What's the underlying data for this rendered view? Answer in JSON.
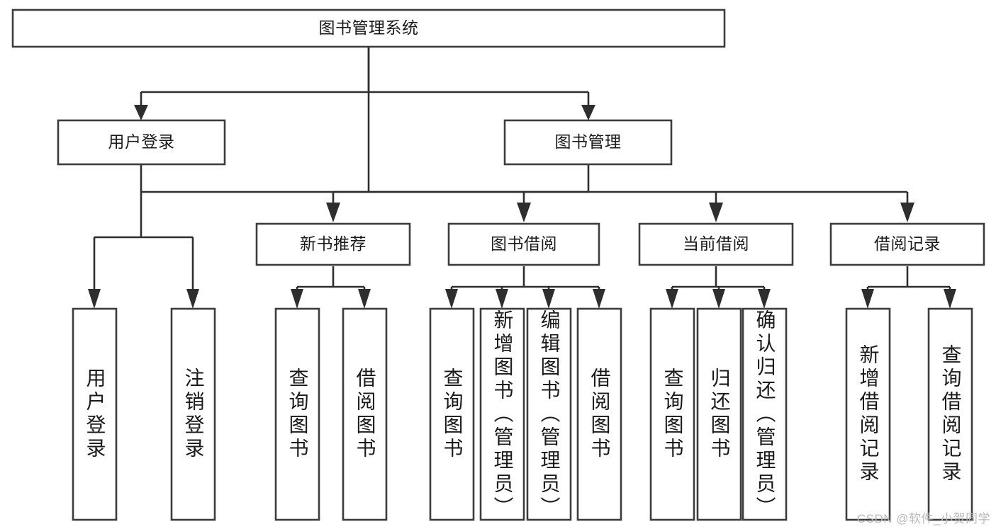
{
  "diagram": {
    "type": "hierarchy-tree",
    "title": "图书管理系统",
    "watermark": "CSDN @软件_小贺同学",
    "colors": {
      "box_stroke": "#3c3c3c",
      "connector": "#2e2e2e",
      "background": "#ffffff",
      "text": "#1a1a1a",
      "watermark": "#b9b9b9"
    },
    "root": {
      "label": "图书管理系统"
    },
    "level2": [
      {
        "label": "用户登录"
      },
      {
        "label": "图书管理"
      }
    ],
    "level3": [
      {
        "label": "新书推荐"
      },
      {
        "label": "图书借阅"
      },
      {
        "label": "当前借阅"
      },
      {
        "label": "借阅记录"
      }
    ],
    "leaves": {
      "user_login": [
        {
          "label": "用户登录"
        },
        {
          "label": "注销登录"
        }
      ],
      "new_book_recommend": [
        {
          "label": "查询图书"
        },
        {
          "label": "借阅图书"
        }
      ],
      "book_borrow": [
        {
          "label": "查询图书"
        },
        {
          "label": "新增图书（管理员）"
        },
        {
          "label": "编辑图书（管理员）"
        },
        {
          "label": "借阅图书"
        }
      ],
      "current_borrow": [
        {
          "label": "查询图书"
        },
        {
          "label": "归还图书"
        },
        {
          "label": "确认归还（管理员）"
        }
      ],
      "borrow_record": [
        {
          "label": "新增借阅记录"
        },
        {
          "label": "查询借阅记录"
        }
      ]
    }
  }
}
